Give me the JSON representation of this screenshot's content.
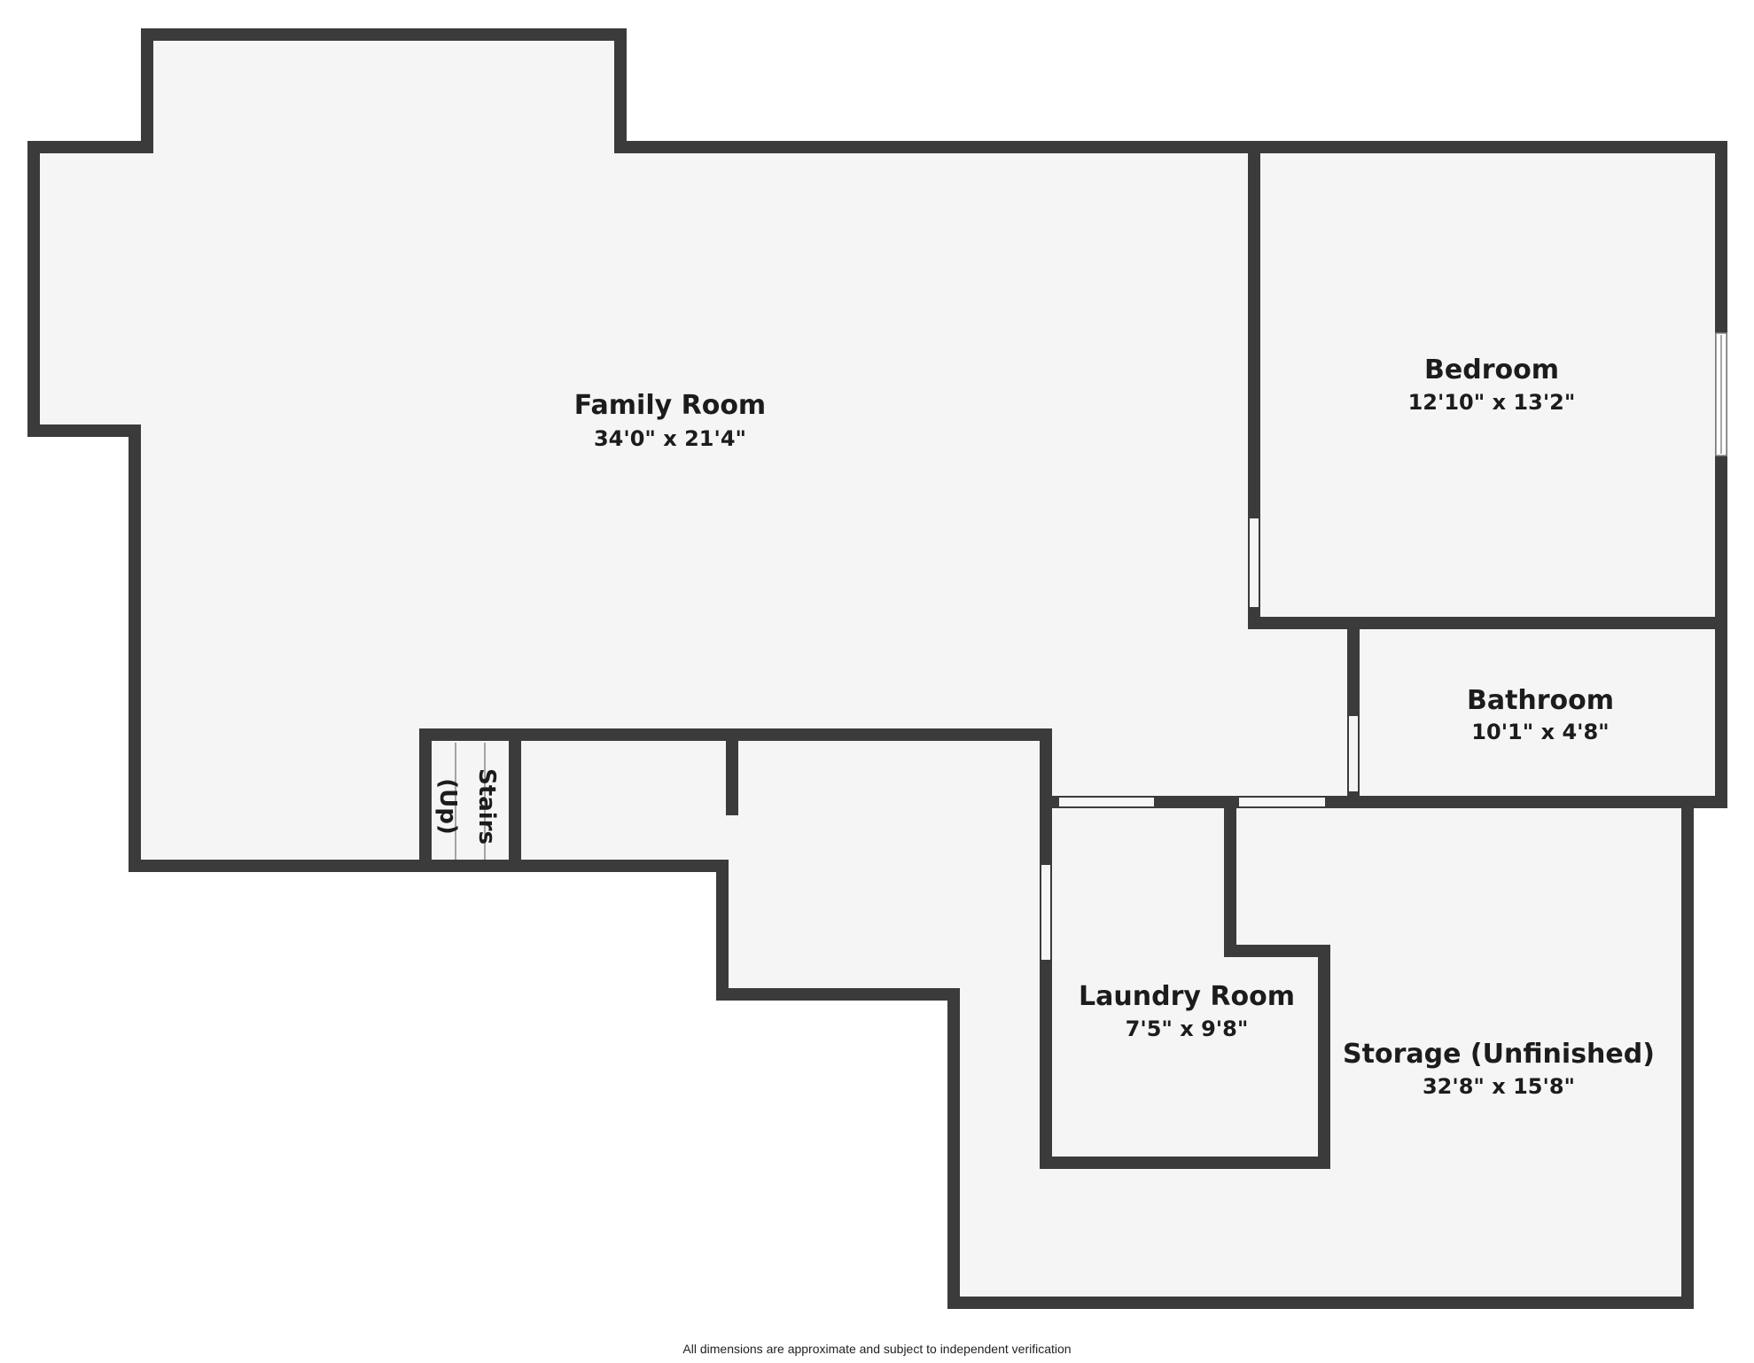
{
  "rooms": {
    "family_room": {
      "name": "Family Room",
      "dims": "34'0\" x 21'4\""
    },
    "bedroom": {
      "name": "Bedroom",
      "dims": "12'10\" x 13'2\""
    },
    "bathroom": {
      "name": "Bathroom",
      "dims": "10'1\" x 4'8\""
    },
    "laundry_room": {
      "name": "Laundry Room",
      "dims": "7'5\" x 9'8\""
    },
    "storage": {
      "name": "Storage (Unfinished)",
      "dims": "32'8\" x 15'8\""
    },
    "stairs": {
      "line1": "Stairs",
      "line2": "(Up)"
    }
  },
  "footer": {
    "disclaimer": "All dimensions are approximate and subject to independent verification"
  },
  "colors": {
    "wall": "#3b3b3b",
    "floor": "#f5f5f5",
    "background": "#ffffff",
    "text": "#1c1c1c"
  }
}
